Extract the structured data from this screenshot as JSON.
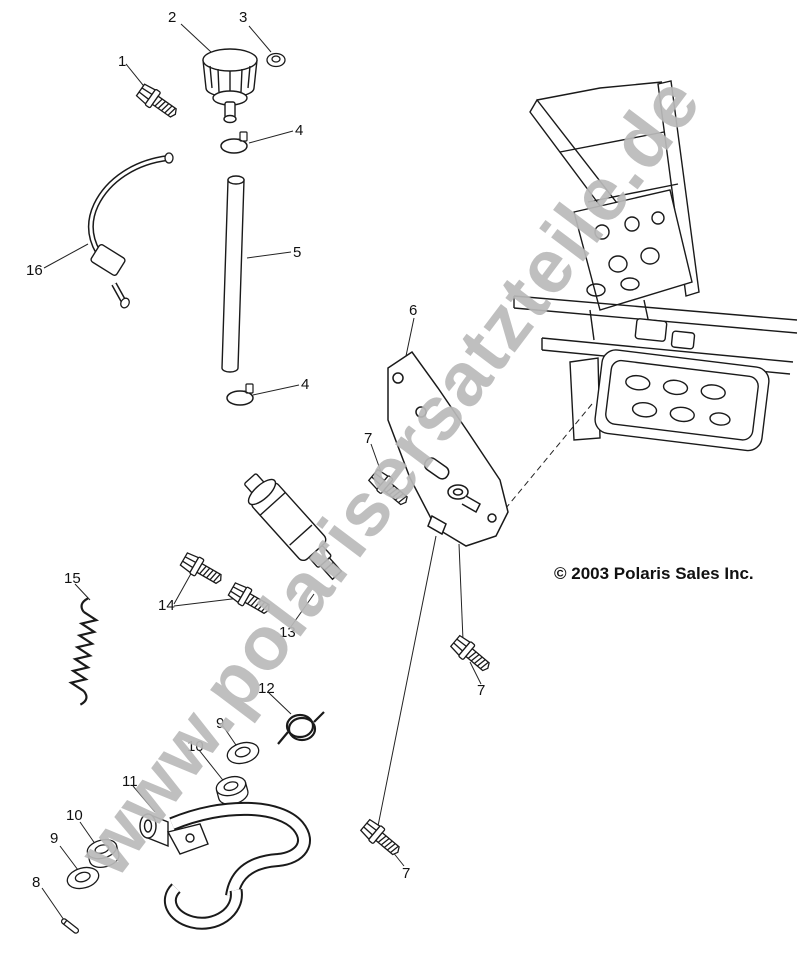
{
  "diagram": {
    "copyright": "© 2003 Polaris Sales Inc.",
    "watermark": "www.polarisersatzteile.de"
  },
  "callouts": [
    {
      "label": "1"
    },
    {
      "label": "2"
    },
    {
      "label": "3"
    },
    {
      "label": "4"
    },
    {
      "label": "5"
    },
    {
      "label": "4"
    },
    {
      "label": "6"
    },
    {
      "label": "7"
    },
    {
      "label": "16"
    },
    {
      "label": "15"
    },
    {
      "label": "14"
    },
    {
      "label": "13"
    },
    {
      "label": "12"
    },
    {
      "label": "9"
    },
    {
      "label": "10"
    },
    {
      "label": "11"
    },
    {
      "label": "10"
    },
    {
      "label": "9"
    },
    {
      "label": "8"
    },
    {
      "label": "7"
    },
    {
      "label": "7"
    }
  ]
}
